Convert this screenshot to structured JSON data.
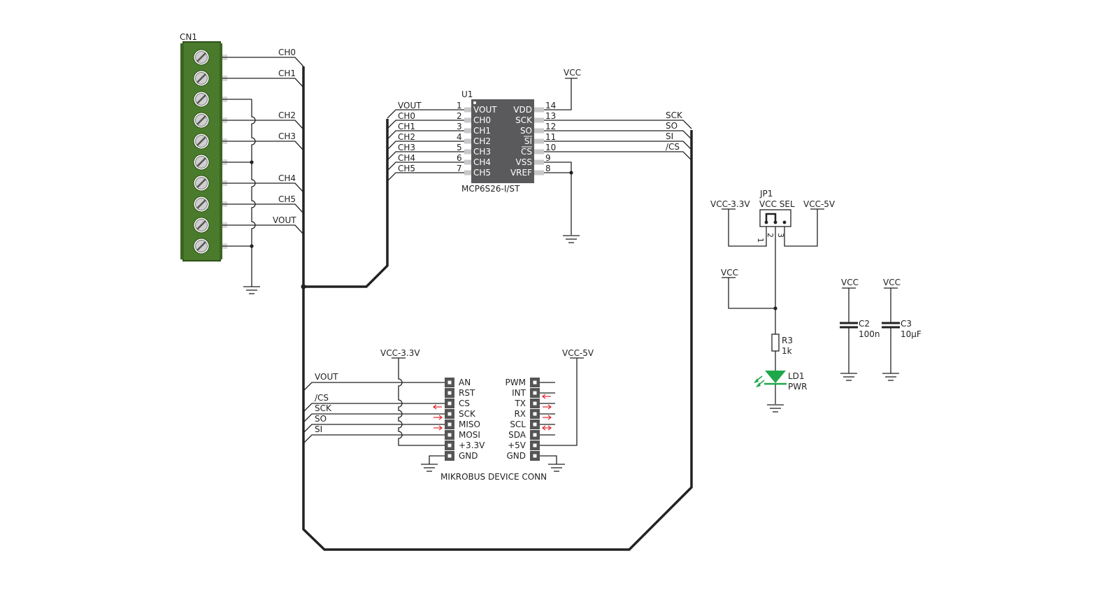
{
  "cn1": {
    "ref": "CN1",
    "labels": [
      "CH0",
      "CH1",
      "CH2",
      "CH3",
      "CH4",
      "CH5",
      "VOUT"
    ]
  },
  "u1": {
    "ref": "U1",
    "part": "MCP6S26-I/ST",
    "left_pins": [
      {
        "num": "1",
        "name": "VOUT",
        "net": "VOUT"
      },
      {
        "num": "2",
        "name": "CH0",
        "net": "CH0"
      },
      {
        "num": "3",
        "name": "CH1",
        "net": "CH1"
      },
      {
        "num": "4",
        "name": "CH2",
        "net": "CH2"
      },
      {
        "num": "5",
        "name": "CH3",
        "net": "CH3"
      },
      {
        "num": "6",
        "name": "CH4",
        "net": "CH4"
      },
      {
        "num": "7",
        "name": "CH5",
        "net": "CH5"
      }
    ],
    "right_pins": [
      {
        "num": "14",
        "name": "VDD",
        "net": ""
      },
      {
        "num": "13",
        "name": "SCK",
        "net": "SCK"
      },
      {
        "num": "12",
        "name": "SO",
        "net": "SO"
      },
      {
        "num": "11",
        "name": "SI",
        "net": "SI"
      },
      {
        "num": "10",
        "name": "CS",
        "net": "/CS"
      },
      {
        "num": "9",
        "name": "VSS",
        "net": ""
      },
      {
        "num": "8",
        "name": "VREF",
        "net": ""
      }
    ],
    "vcc": "VCC"
  },
  "jp1": {
    "ref": "JP1",
    "name": "VCC SEL",
    "left_rail": "VCC-3.3V",
    "right_rail": "VCC-5V",
    "pins": [
      "1",
      "2",
      "3"
    ]
  },
  "led": {
    "vcc": "VCC",
    "r_ref": "R3",
    "r_val": "1k",
    "ref": "LD1",
    "name": "PWR"
  },
  "caps": [
    {
      "vcc": "VCC",
      "ref": "C2",
      "val": "100n"
    },
    {
      "vcc": "VCC",
      "ref": "C3",
      "val": "10µF"
    }
  ],
  "mikrobus": {
    "title": "MIKROBUS DEVICE CONN",
    "left_rail": "VCC-3.3V",
    "right_rail": "VCC-5V",
    "left_pins": [
      "AN",
      "RST",
      "CS",
      "SCK",
      "MISO",
      "MOSI",
      "+3.3V",
      "GND"
    ],
    "right_pins": [
      "PWM",
      "INT",
      "TX",
      "RX",
      "SCL",
      "SDA",
      "+5V",
      "GND"
    ],
    "left_nets": [
      "VOUT",
      "",
      "/CS",
      "SCK",
      "SO",
      "SI"
    ]
  },
  "colors": {
    "terminal": "#4a7a2c",
    "terminal_dark": "#2f5219",
    "chip": "#5a5a5c",
    "led": "#1fa84a",
    "arrow": "#e0252d"
  }
}
